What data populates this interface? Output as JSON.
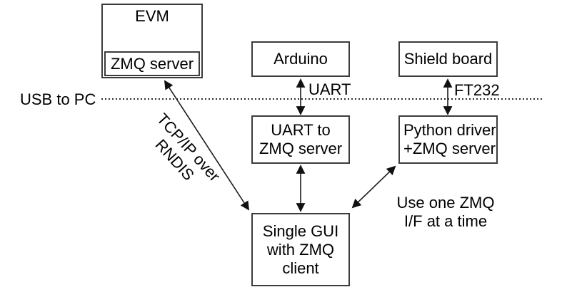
{
  "diagram": {
    "boxes": {
      "evm": {
        "label": "EVM",
        "sub_label": "ZMQ server"
      },
      "arduino": {
        "label": "Arduino"
      },
      "shield_board": {
        "label": "Shield board"
      },
      "uart_zmq_server": {
        "line1": "UART to",
        "line2": "ZMQ server"
      },
      "python_driver": {
        "line1": "Python driver",
        "line2": "+ZMQ server"
      },
      "single_gui": {
        "line1": "Single GUI",
        "line2": "with ZMQ",
        "line3": "client"
      }
    },
    "labels": {
      "usb_to_pc": "USB to PC",
      "uart": "UART",
      "ft232": "FT232",
      "tcpip_line1": "TCP/IP over",
      "tcpip_line2": "RNDIS",
      "note_line1": "Use one ZMQ",
      "note_line2": "I/F at a time"
    },
    "colors": {
      "border": "#3c3c3c",
      "line": "#1c1c1c",
      "dotted_line": "#2b2b2b",
      "arrowhead": "#111111",
      "text": "#000000",
      "background": "#ffffff"
    }
  }
}
